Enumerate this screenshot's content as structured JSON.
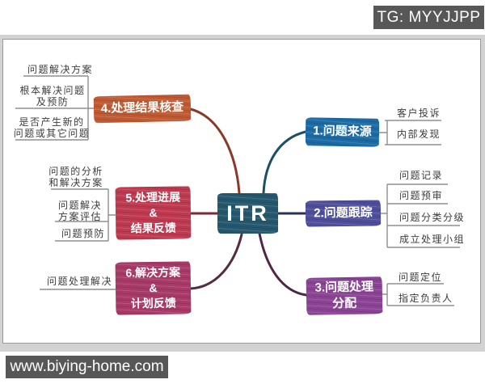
{
  "badges": {
    "tg": "TG: MYYJJPP",
    "site": "www.biying-home.com"
  },
  "mindmap": {
    "center": {
      "label": "ITR",
      "color": "#25586e"
    },
    "branches": {
      "b1": {
        "title": "1.问题来源",
        "color": "#1d6ba5",
        "connector_color": "#1e4f63",
        "leaves": {
          "l1": "客户投诉",
          "l2": "内部发现"
        }
      },
      "b2": {
        "title": "2.问题跟踪",
        "color": "#4f4e9b",
        "connector_color": "#2b2d55",
        "leaves": {
          "l1": "问题记录",
          "l2": "问题预审",
          "l3": "问题分类分级",
          "l4": "成立处理小组"
        }
      },
      "b3": {
        "line1": "3.问题处理",
        "line2": "分配",
        "color": "#8b4495",
        "connector_color": "#4e2647",
        "leaves": {
          "l1": "问题定位",
          "l2": "指定负责人"
        }
      },
      "b4": {
        "title": "4.处理结果核查",
        "color": "#c05a33",
        "connector_color": "#8a3a2b",
        "leaves": {
          "l1": "问题解决方案",
          "l2a": "根本解决问题",
          "l2b": "及预防",
          "l3a": "是否产生新的",
          "l3b": "问题或其它问题"
        }
      },
      "b5": {
        "line1": "5.处理进展",
        "line2": "&",
        "line3": "结果反馈",
        "color": "#bf3a50",
        "connector_color": "#7c2936",
        "leaves": {
          "l1a": "问题的分析",
          "l1b": "和解决方案",
          "l2a": "问题解决",
          "l2b": "方案评估",
          "l3": "问题预防"
        }
      },
      "b6": {
        "line1": "6.解决方案",
        "line2": "&",
        "line3": "计划反馈",
        "color": "#a83a68",
        "connector_color": "#552c42",
        "leaves": {
          "l1": "问题处理解决"
        }
      }
    }
  }
}
